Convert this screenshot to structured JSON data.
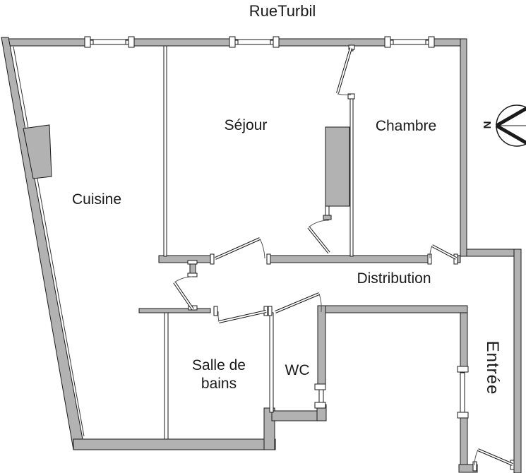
{
  "title": {
    "street_label": "RueTurbil"
  },
  "rooms": {
    "sejour": "Séjour",
    "chambre": "Chambre",
    "cuisine": "Cuisine",
    "distribution": "Distribution",
    "salle_de_bains": {
      "line1": "Salle de",
      "line2": "bains"
    },
    "wc": "WC",
    "entree": "Entrée"
  },
  "compass": {
    "north_label": "N"
  },
  "colors": {
    "wall_fill": "#b2b2b2",
    "outline": "#1a1a1a",
    "background": "#ffffff"
  }
}
